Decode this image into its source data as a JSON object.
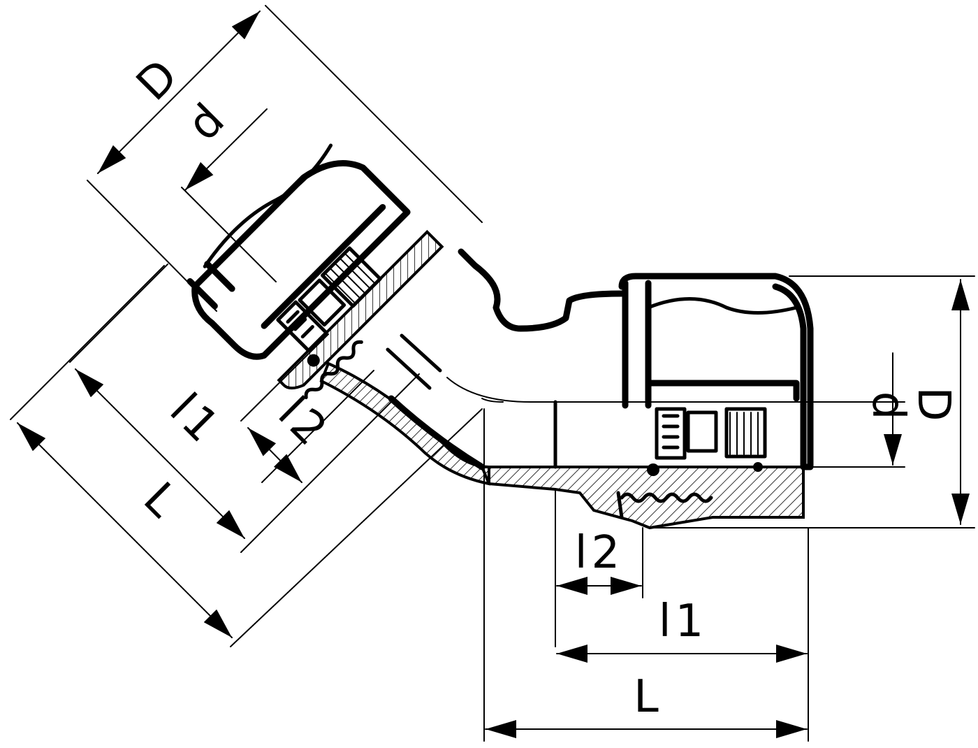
{
  "drawing": {
    "dimensions": {
      "D_angled": "D",
      "d_angled": "d",
      "l1_angled": "l1",
      "l2_angled": "l2",
      "L_angled": "L",
      "d_right": "d",
      "D_right": "D",
      "l2_bottom": "l2",
      "l1_bottom": "l1",
      "L_bottom": "L"
    },
    "colors": {
      "ink": "#000000",
      "paper": "#ffffff"
    }
  }
}
